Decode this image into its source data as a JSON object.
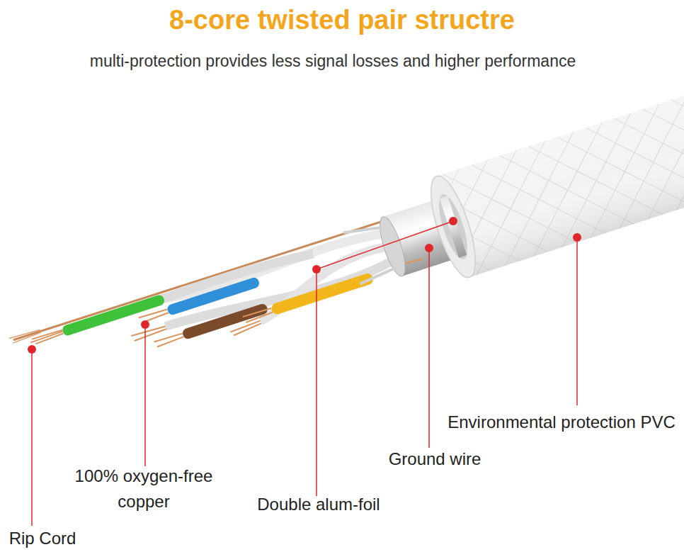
{
  "diagram": {
    "title": "8-core twisted pair structre",
    "labels": [
      "multi-protection provides less signal losses and higher performance",
      "Environmental protection PVC",
      "Ground wire",
      "100% oxygen-free copper",
      "Double alum-foil",
      "Rip Cord"
    ]
  }
}
